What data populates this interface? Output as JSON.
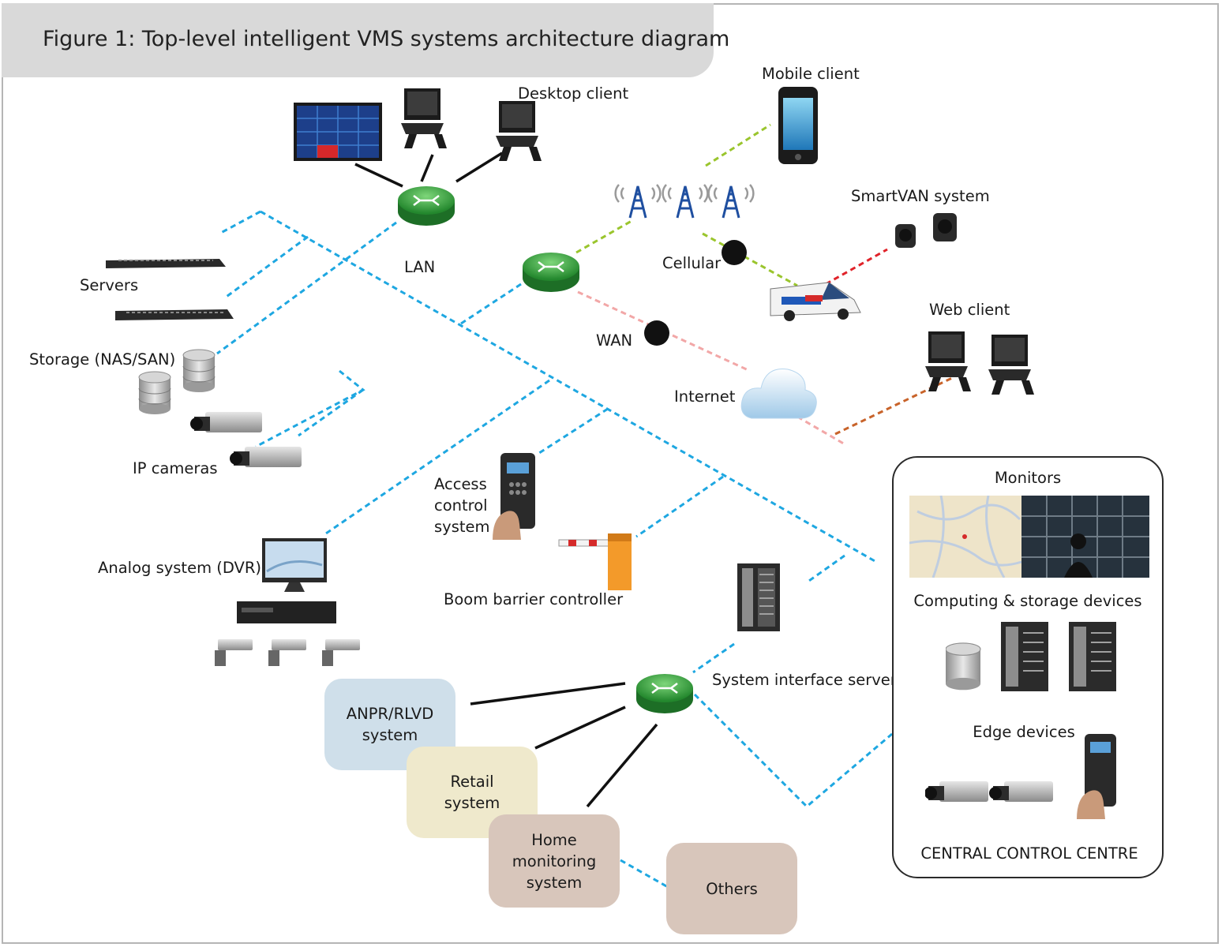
{
  "title": "Figure 1: Top-level intelligent VMS systems architecture diagram",
  "labels": {
    "desktop_client": "Desktop client",
    "mobile_client": "Mobile client",
    "smartvan": "SmartVAN system",
    "lan": "LAN",
    "cellular": "Cellular",
    "wan": "WAN",
    "servers": "Servers",
    "internet": "Internet",
    "web_client": "Web client",
    "storage": "Storage (NAS/SAN)",
    "ip_cameras": "IP cameras",
    "access_line1": "Access",
    "access_line2": "control",
    "access_line3": "system",
    "analog": "Analog system (DVR)",
    "boom": "Boom barrier controller",
    "system_interface": "System interface server"
  },
  "subsystems": {
    "anpr_line1": "ANPR/RLVD",
    "anpr_line2": "system",
    "retail_line1": "Retail",
    "retail_line2": "system",
    "home_line1": "Home",
    "home_line2": "monitoring",
    "home_line3": "system",
    "others": "Others"
  },
  "central": {
    "monitors": "Monitors",
    "computing": "Computing & storage devices",
    "edge": "Edge devices",
    "title": "CENTRAL CONTROL CENTRE"
  },
  "colors": {
    "lan_line": "#1ea7e1",
    "cellular_line": "#9ac52d",
    "wan_line": "#f2a7a7",
    "van_link": "#e0232a",
    "web_link": "#c8632a",
    "router": "#3aa645",
    "anpr_box": "#cfdfea",
    "retail_box": "#efe9cc",
    "home_box": "#d8c6bb"
  }
}
